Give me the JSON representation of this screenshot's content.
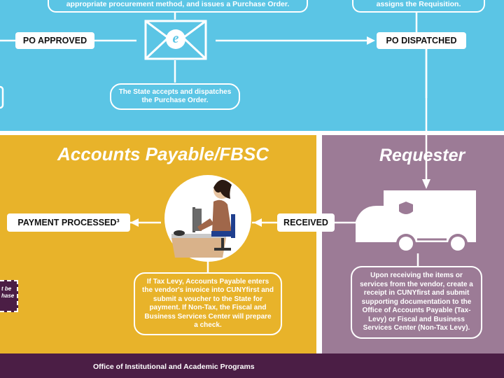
{
  "blue": {
    "note_top_left": "appropriate procurement method, and issues a Purchase Order.",
    "note_top_right": "assigns the Requisition.",
    "po_approved": "PO APPROVED",
    "po_dispatched": "PO DISPATCHED",
    "email_glyph": "e",
    "note_state": "The State accepts and dispatches the Purchase Order."
  },
  "yellow": {
    "heading": "Accounts Payable/FBSC",
    "payment_processed": "PAYMENT PROCESSED³",
    "received": "RECEIVED",
    "note": "If Tax Levy, Accounts Payable enters the vendor's invoice into CUNYfirst and submit a voucher to the State for payment. If Non-Tax, the Fiscal and Business Services Center will prepare a check.",
    "clipped_note": "t be hase"
  },
  "purple": {
    "heading": "Requester",
    "note": "Upon receiving the items or services from the vendor, create a receipt in CUNYfirst and submit supporting documentation to the Office of Accounts Payable (Tax-Levy) or Fiscal and Business Services Center (Non-Tax Levy)."
  },
  "footer": {
    "text": "Office of Institutional and Academic Programs"
  },
  "icons": {
    "email": "email-envelope-icon",
    "person": "person-at-computer-icon",
    "truck": "delivery-truck-icon"
  },
  "colors": {
    "blue": "#5bc5e5",
    "yellow": "#e8b32a",
    "purple": "#9c7b96",
    "footer": "#4b1e45"
  }
}
